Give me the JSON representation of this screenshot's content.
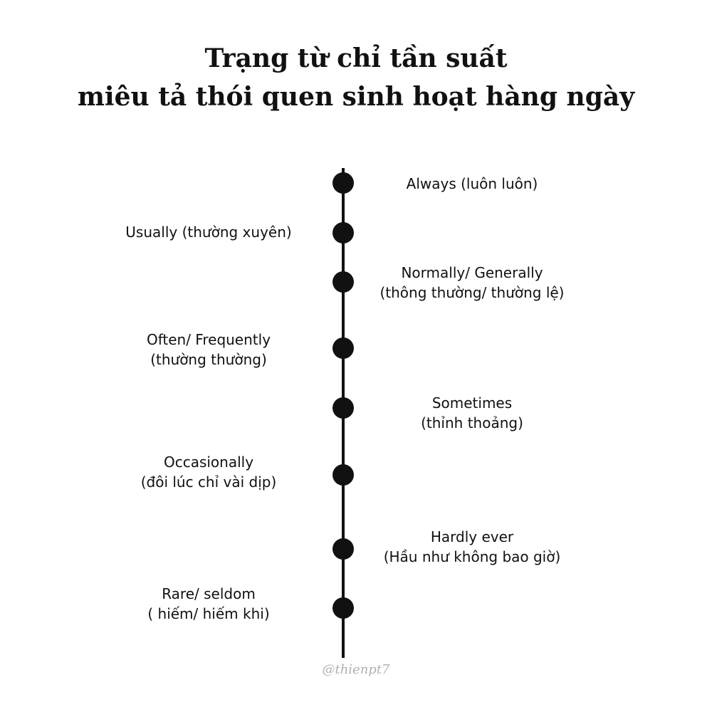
{
  "title": {
    "line1": "Trạng từ chỉ tần suất",
    "line2": "miêu tả thói quen sinh hoạt hàng ngày"
  },
  "timeline": {
    "items": [
      {
        "line1": "Always (luôn luôn)",
        "line2": ""
      },
      {
        "line1": "Usually (thường xuyên)",
        "line2": ""
      },
      {
        "line1": "Normally/ Generally",
        "line2": "(thông thường/ thường lệ)"
      },
      {
        "line1": "Often/ Frequently",
        "line2": "(thường thường)"
      },
      {
        "line1": "Sometimes",
        "line2": "(thỉnh thoảng)"
      },
      {
        "line1": "Occasionally",
        "line2": "(đôi lúc chỉ vài dịp)"
      },
      {
        "line1": "Hardly ever",
        "line2": "(Hầu như không bao giờ)"
      },
      {
        "line1": "Rare/ seldom",
        "line2": "( hiếm/ hiếm khi)"
      }
    ]
  },
  "watermark": "@thienpt7"
}
